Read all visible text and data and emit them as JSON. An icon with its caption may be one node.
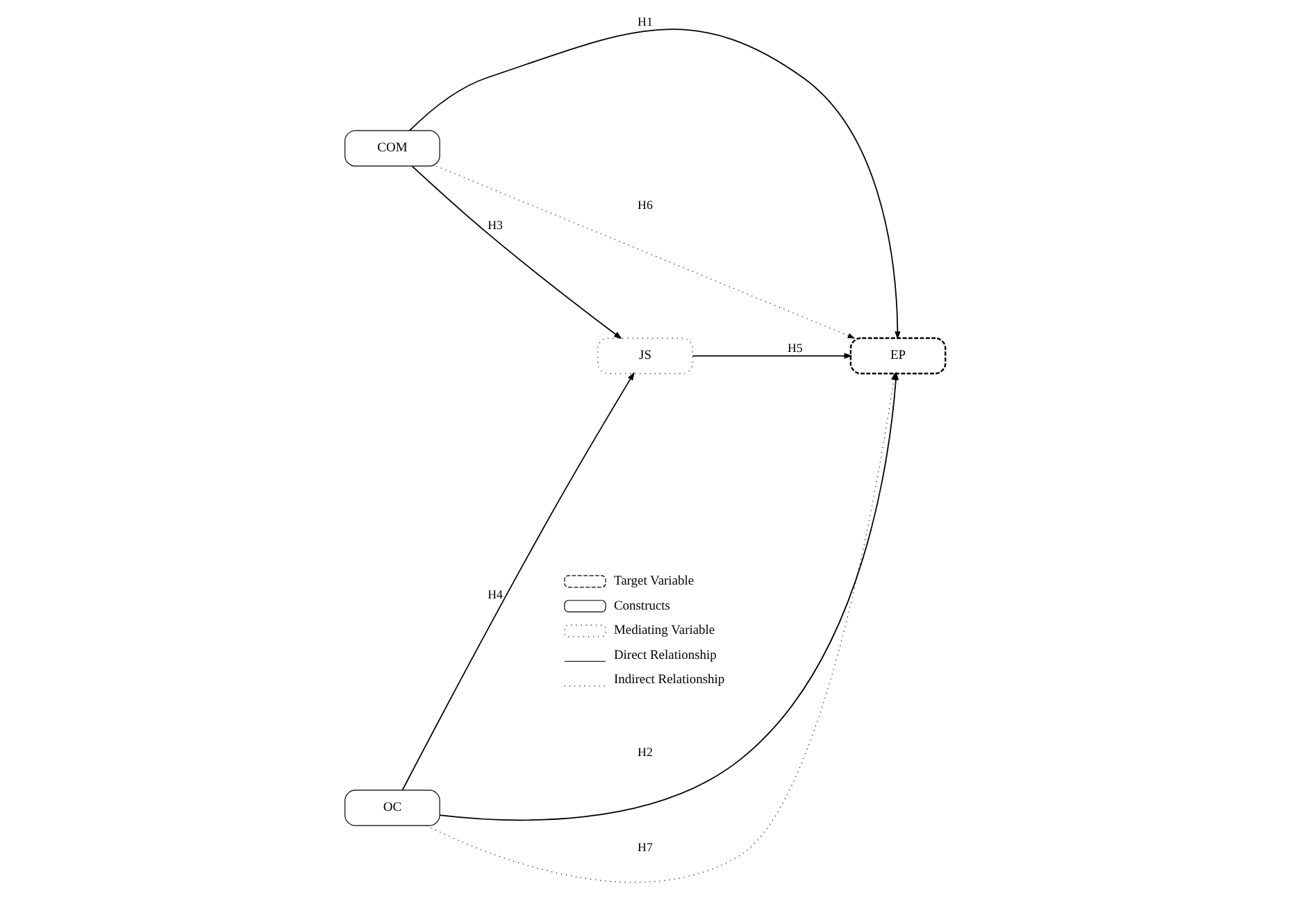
{
  "diagram": {
    "nodes": [
      {
        "text": [
          "COM"
        ]
      },
      {
        "text": [
          "JS"
        ]
      },
      {
        "text": [
          "EP"
        ]
      },
      {
        "text": [
          "OC"
        ]
      }
    ],
    "edges": [
      {
        "from": 0,
        "to": 2,
        "arrow": "to",
        "label": "H1"
      },
      {
        "from": 3,
        "to": 2,
        "arrow": "to",
        "label": "H2"
      },
      {
        "from": 0,
        "to": 1,
        "arrow": "to",
        "label": "H3"
      },
      {
        "from": 3,
        "to": 1,
        "arrow": "to",
        "label": "H4"
      },
      {
        "from": 1,
        "to": 2,
        "arrow": "to",
        "label": "H5"
      },
      {
        "from": 0,
        "to": 2,
        "arrow": "to",
        "label": "H6",
        "style": "dashed"
      },
      {
        "from": 3,
        "to": 2,
        "arrow": "to",
        "label": "H7",
        "style": "dashed"
      }
    ],
    "legend": [
      {
        "text": "Target Variable"
      },
      {
        "text": "Constructs"
      },
      {
        "text": "Mediating Variable"
      },
      {
        "text": "Direct Relationship"
      },
      {
        "text": "Indirect Relationship"
      }
    ]
  }
}
